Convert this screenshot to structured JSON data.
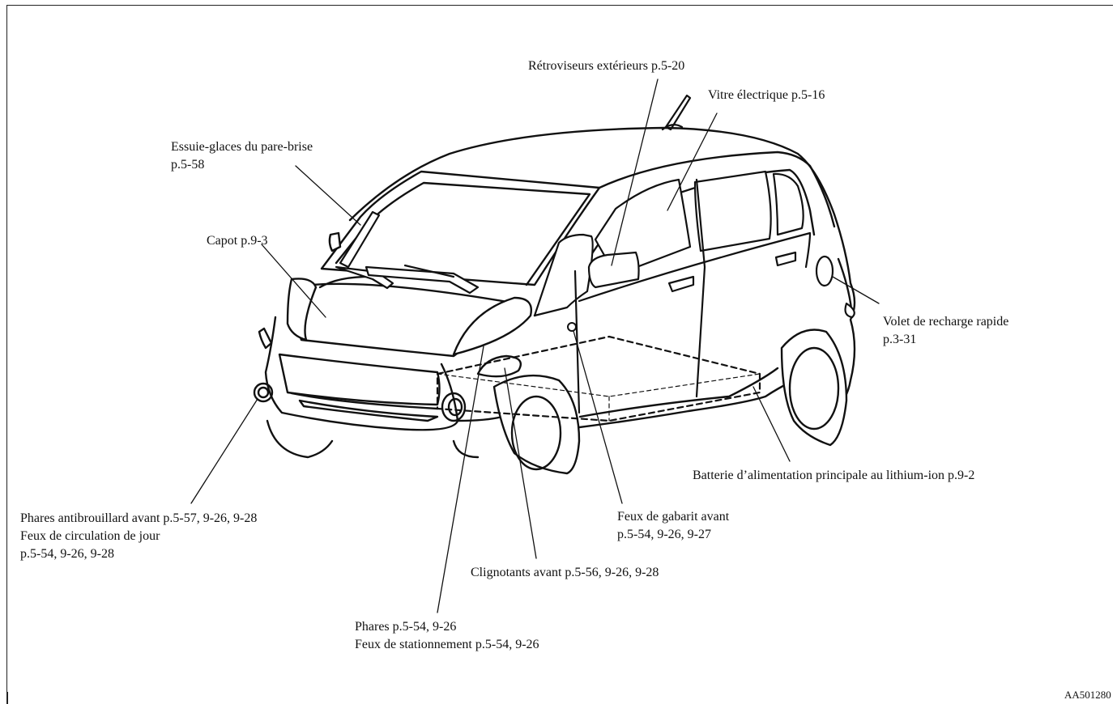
{
  "labels": {
    "mirrors": "Rétroviseurs extérieurs p.5-20",
    "power_window": "Vitre électrique p.5-16",
    "wipers_l1": "Essuie-glaces du pare-brise",
    "wipers_l2": "p.5-58",
    "hood": "Capot p.9-3",
    "quick_charge_l1": "Volet de recharge rapide",
    "quick_charge_l2": "p.3-31",
    "battery": "Batterie d’alimentation principale au lithium-ion p.9-2",
    "fog_l1": "Phares antibrouillard avant p.5-57, 9-26, 9-28",
    "fog_l2": "Feux de circulation de jour",
    "fog_l3": "p.5-54, 9-26, 9-28",
    "side_marker_l1": "Feux de gabarit avant",
    "side_marker_l2": "p.5-54, 9-26, 9-27",
    "turn_signal": "Clignotants avant p.5-56, 9-26, 9-28",
    "headlights_l1": "Phares p.5-54, 9-26",
    "headlights_l2": "Feux de stationnement p.5-54, 9-26"
  },
  "figure_code": "AA501280"
}
